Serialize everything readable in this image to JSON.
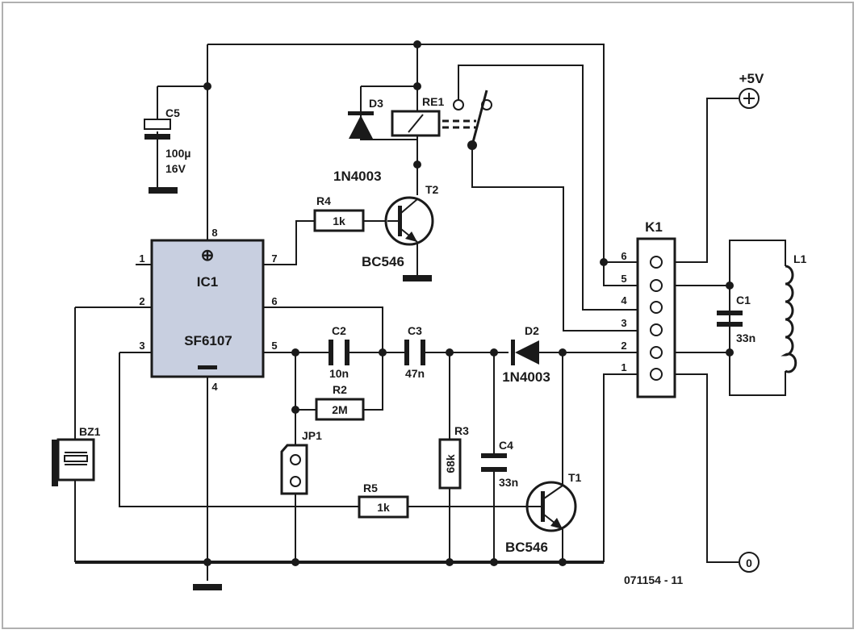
{
  "colors": {
    "ic_fill": "#c8cfe0",
    "wire": "#1a1a1a",
    "frame": "#b0b0b0"
  },
  "ic": {
    "name": "IC1",
    "part": "SF6107",
    "pins": [
      "1",
      "2",
      "3",
      "4",
      "5",
      "6",
      "7",
      "8"
    ],
    "plus_symbol": "⊕"
  },
  "components": {
    "c5": {
      "ref": "C5",
      "value": "100µ",
      "voltage": "16V"
    },
    "d3": {
      "ref": "D3",
      "part": "1N4003"
    },
    "re1": {
      "ref": "RE1"
    },
    "r4": {
      "ref": "R4",
      "value": "1k"
    },
    "t2": {
      "ref": "T2",
      "part": "BC546"
    },
    "k1": {
      "ref": "K1",
      "pins": [
        "6",
        "5",
        "4",
        "3",
        "2",
        "1"
      ]
    },
    "l1": {
      "ref": "L1"
    },
    "c1": {
      "ref": "C1",
      "value": "33n"
    },
    "c2": {
      "ref": "C2",
      "value": "10n"
    },
    "c3": {
      "ref": "C3",
      "value": "47n"
    },
    "d2": {
      "ref": "D2",
      "part": "1N4003"
    },
    "r2": {
      "ref": "R2",
      "value": "2M"
    },
    "r3": {
      "ref": "R3",
      "value": "68k"
    },
    "c4": {
      "ref": "C4",
      "value": "33n"
    },
    "jp1": {
      "ref": "JP1"
    },
    "r5": {
      "ref": "R5",
      "value": "1k"
    },
    "t1": {
      "ref": "T1",
      "part": "BC546"
    },
    "bz1": {
      "ref": "BZ1"
    }
  },
  "supply": {
    "plus": "+5V",
    "zero": "0"
  },
  "figure_id": "071154 - 11"
}
